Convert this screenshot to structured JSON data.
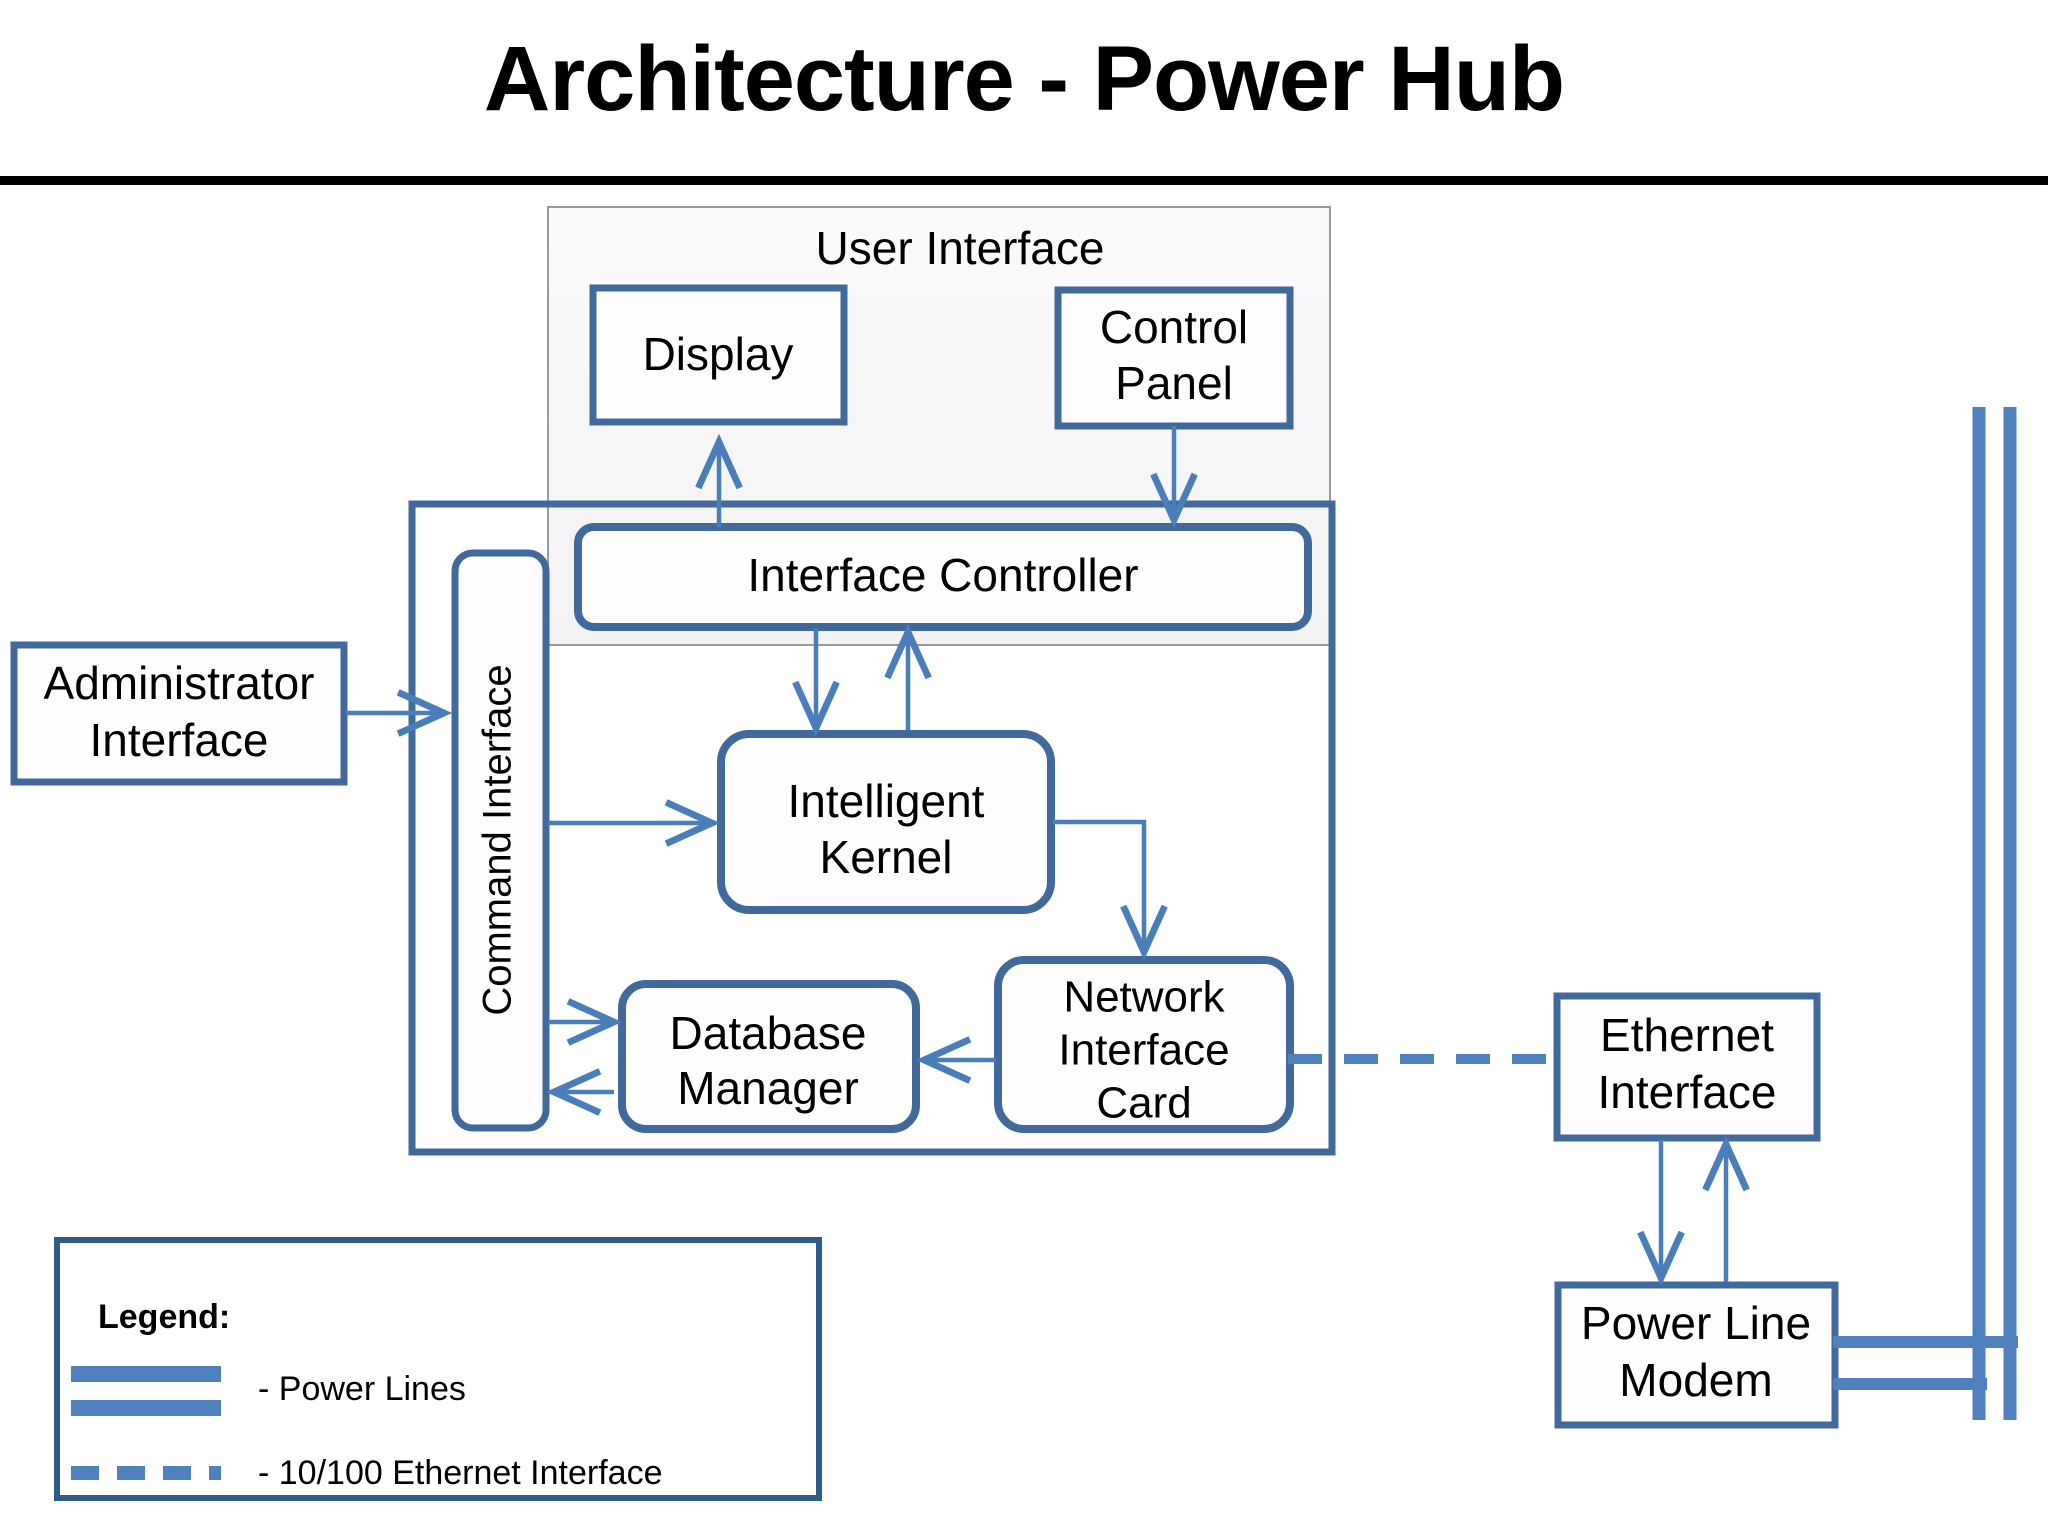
{
  "slide": {
    "title": "Architecture - Power Hub",
    "background_color": "#ffffff",
    "title_color": "#000000",
    "rule_color": "#000000"
  },
  "colors": {
    "box_border_blue": "#41699B",
    "arrow_blue": "#4A7EBB",
    "power_line_blue": "#4E81BD",
    "ui_panel_fill": "#F7F7F8",
    "ui_panel_border": "#9A9A9A",
    "box_fill": "#FDFDFD"
  },
  "user_interface_panel": {
    "title": "User Interface",
    "boxes": [
      {
        "id": "display",
        "label": "Display"
      },
      {
        "id": "control-panel",
        "label": "Control\nPanel",
        "line1": "Control",
        "line2": "Panel"
      },
      {
        "id": "interface-controller",
        "label": "Interface Controller"
      }
    ]
  },
  "power_hub": {
    "command_interface": {
      "label": "Command Interface"
    },
    "boxes": [
      {
        "id": "intelligent-kernel",
        "line1": "Intelligent",
        "line2": "Kernel"
      },
      {
        "id": "database-manager",
        "line1": "Database",
        "line2": "Manager"
      },
      {
        "id": "network-interface-card",
        "line1": "Network",
        "line2": "Interface",
        "line3": "Card"
      }
    ]
  },
  "external": {
    "administrator_interface": {
      "line1": "Administrator",
      "line2": "Interface"
    },
    "ethernet_interface": {
      "line1": "Ethernet",
      "line2": "Interface"
    },
    "power_line_modem": {
      "line1": "Power Line",
      "line2": "Modem"
    }
  },
  "legend": {
    "heading": "Legend:",
    "items": [
      {
        "id": "power-lines",
        "symbol": "double-solid-line",
        "label": "-  Power Lines"
      },
      {
        "id": "ethernet",
        "symbol": "dashed-line",
        "label": "-  10/100 Ethernet Interface"
      }
    ]
  }
}
